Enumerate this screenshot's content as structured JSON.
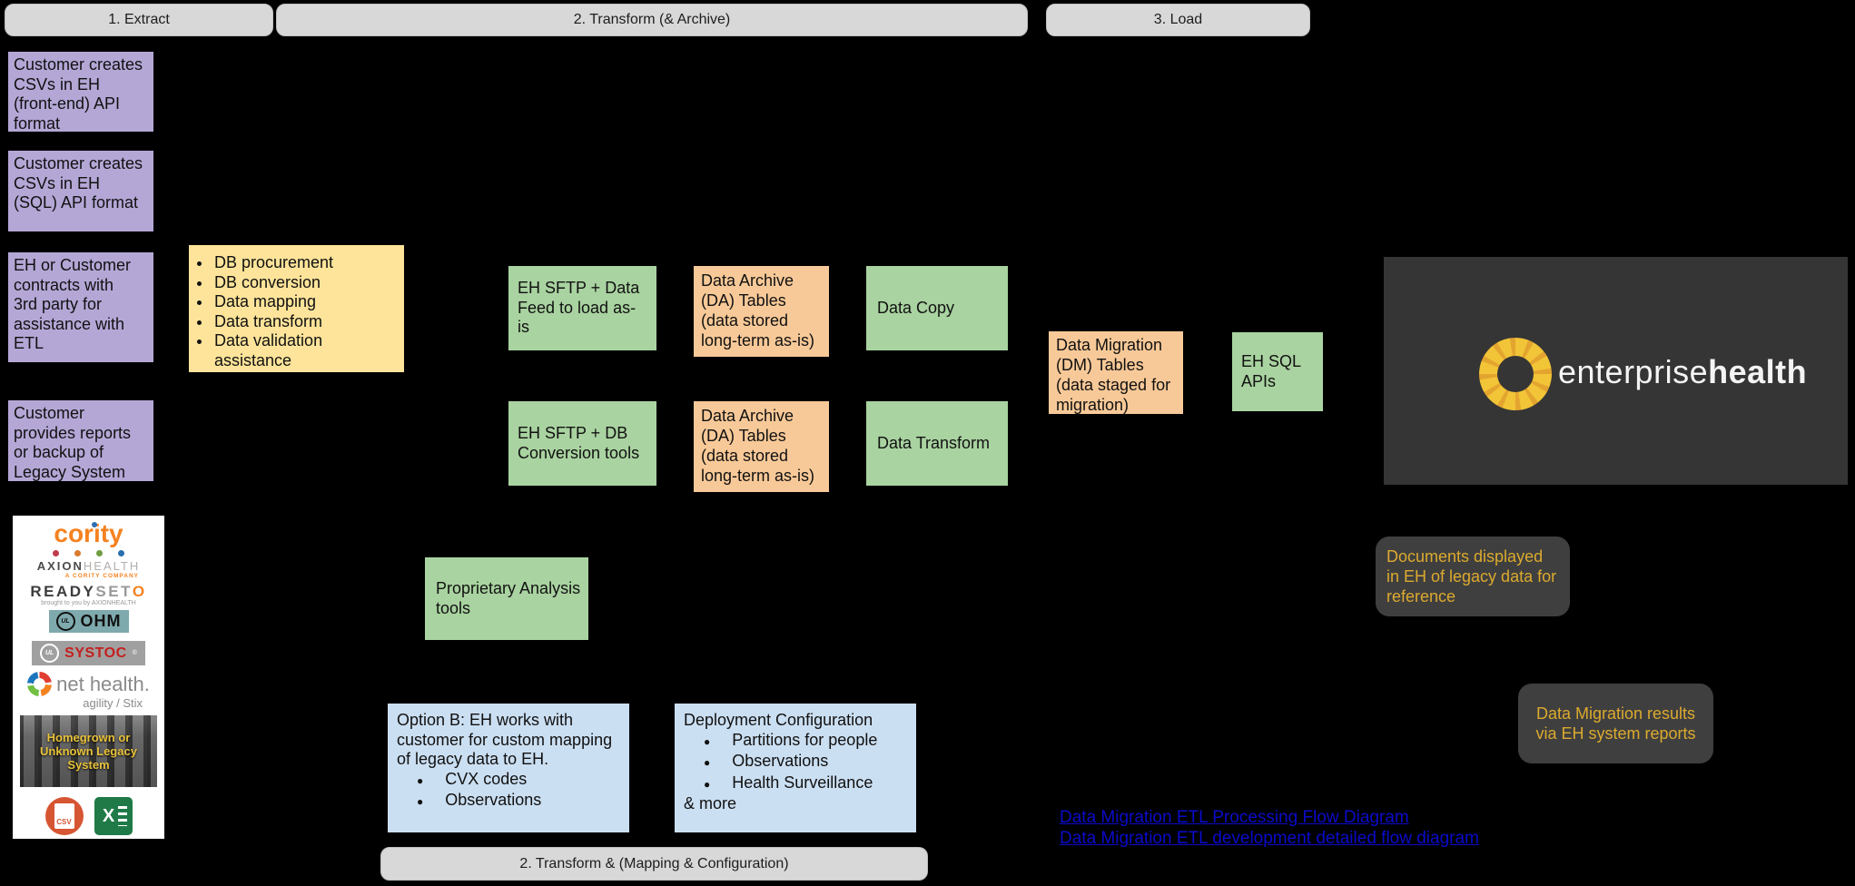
{
  "phases": {
    "extract": "1. Extract",
    "transform_archive": "2. Transform (& Archive)",
    "load": "3. Load",
    "transform_mapping": "2. Transform & (Mapping & Configuration)"
  },
  "extract_column": {
    "csv_frontend": "Customer creates CSVs in EH (front-end) API format",
    "csv_sql": "Customer creates CSVs in EH (SQL) API format",
    "third_party": "EH or Customer contracts with 3rd party for assistance with ETL",
    "reports_backup": "Customer provides reports or backup of Legacy System"
  },
  "etl_services": {
    "items": [
      "DB procurement",
      "DB conversion",
      "Data mapping",
      "Data transform",
      "Data validation assistance"
    ]
  },
  "transform_column": {
    "sftp_data_feed": "EH SFTP + Data Feed to load as-is",
    "data_archive_1": "Data Archive (DA) Tables (data stored long-term as-is)",
    "data_copy": "Data Copy",
    "sftp_db_conversion": "EH SFTP + DB Conversion tools",
    "data_archive_2": "Data Archive (DA) Tables (data stored long-term as-is)",
    "data_transform": "Data Transform",
    "proprietary": "Proprietary Analysis tools"
  },
  "load_column": {
    "dm_tables": "Data Migration (DM) Tables (data staged for migration)",
    "eh_sql_apis": "EH SQL APIs"
  },
  "brand": {
    "word_light": "enterprise",
    "word_bold": "health"
  },
  "notes": {
    "documents": "Documents displayed in EH of legacy data for reference",
    "results": "Data Migration results via EH system reports"
  },
  "option_b": {
    "text": "Option B: EH works with customer for custom mapping of legacy data to EH.",
    "items": [
      "CVX codes",
      "Observations"
    ]
  },
  "deployment": {
    "title": "Deployment Configuration",
    "items": [
      "Partitions for people",
      "Observations",
      "Health Surveillance"
    ],
    "suffix": "& more"
  },
  "links": [
    "Data Migration ETL Processing Flow Diagram",
    "Data Migration ETL development detailed flow diagram"
  ],
  "legacy_panel": {
    "cority": "cority",
    "axion_left": "AXION",
    "axion_right": "HEALTH",
    "axion_sub": "A CORITY COMPANY",
    "ready": "READY",
    "set": "SET",
    "set_o": "O",
    "ready_sub": "brought to you by AXIONHEALTH",
    "ul": "UL",
    "ohm": "OHM",
    "systoc": "SYSTOC",
    "systoc_reg": "®",
    "nethealth": "net health.",
    "nethealth_sub": "agility / Stix",
    "homegrown": "Homegrown or Unknown Legacy System",
    "csv_label": "CSV",
    "excel_label": "X"
  },
  "colors": {
    "background": "#000000",
    "phase_gray": "#d8d8d8",
    "purple": "#b4a7d6",
    "yellow": "#fde49a",
    "green": "#a9d3a0",
    "orange": "#f8c998",
    "blue": "#cbdff2",
    "note_bg": "#3f3f3f",
    "note_text": "#dcaa2e",
    "brand_bg": "#353535",
    "brand_sun": "#f2c437",
    "link_blue": "#0b0bcb"
  }
}
